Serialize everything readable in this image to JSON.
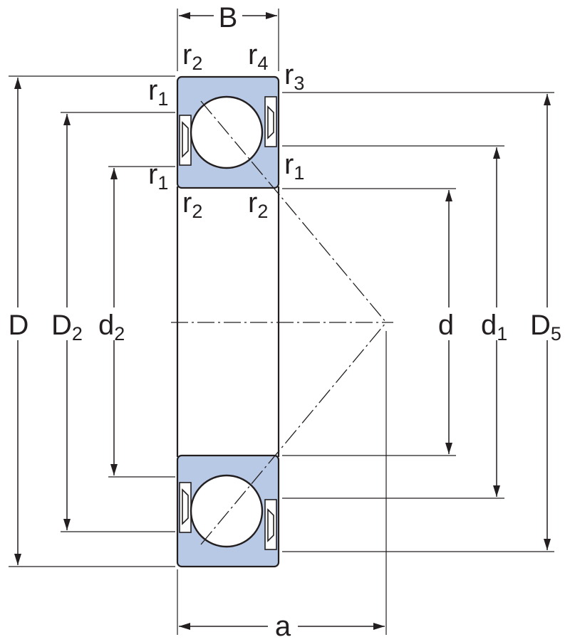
{
  "colors": {
    "ring_fill": "#b8c9e6",
    "line": "#231f20",
    "background": "#ffffff"
  },
  "labels": {
    "B": "B",
    "a": "a",
    "D": "D",
    "D2": {
      "main": "D",
      "sub": "2"
    },
    "d2": {
      "main": "d",
      "sub": "2"
    },
    "d": "d",
    "d1": {
      "main": "d",
      "sub": "1"
    },
    "D5": {
      "main": "D",
      "sub": "5"
    },
    "r2_top_left": {
      "main": "r",
      "sub": "2"
    },
    "r4_top_right": {
      "main": "r",
      "sub": "4"
    },
    "r3_top_right": {
      "main": "r",
      "sub": "3"
    },
    "r1_upper_left": {
      "main": "r",
      "sub": "1"
    },
    "r1_lower_left": {
      "main": "r",
      "sub": "1"
    },
    "r1_right": {
      "main": "r",
      "sub": "1"
    },
    "r2_bottom_left": {
      "main": "r",
      "sub": "2"
    },
    "r2_bottom_right": {
      "main": "r",
      "sub": "2"
    }
  }
}
